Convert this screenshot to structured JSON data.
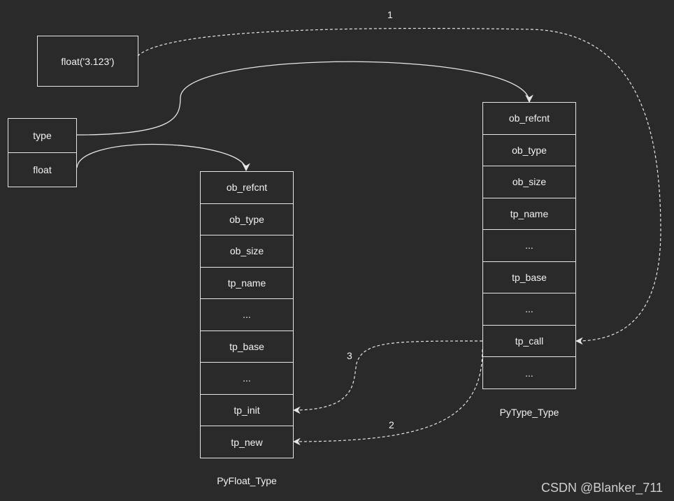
{
  "call_box": {
    "label": "float('3.123')"
  },
  "name_table": [
    {
      "label": "type"
    },
    {
      "label": "float"
    }
  ],
  "pyfloat_type": {
    "caption": "PyFloat_Type",
    "fields": [
      "ob_refcnt",
      "ob_type",
      "ob_size",
      "tp_name",
      "...",
      "tp_base",
      "...",
      "tp_init",
      "tp_new"
    ]
  },
  "pytype_type": {
    "caption": "PyType_Type",
    "fields": [
      "ob_refcnt",
      "ob_type",
      "ob_size",
      "tp_name",
      "...",
      "tp_base",
      "...",
      "tp_call",
      "..."
    ]
  },
  "edges": [
    {
      "label": "1",
      "style": "dashed"
    },
    {
      "label": "2",
      "style": "dashed"
    },
    {
      "label": "3",
      "style": "dashed"
    }
  ],
  "watermark": "CSDN @Blanker_711",
  "colors": {
    "background": "#2a2a2a",
    "stroke": "#e6e6e6",
    "text": "#f2f2f2"
  }
}
